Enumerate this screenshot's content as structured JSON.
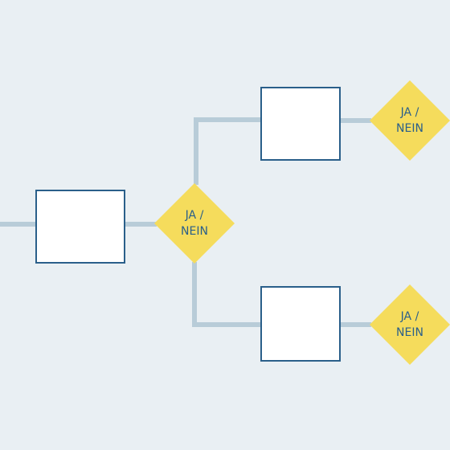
{
  "diagram": {
    "decision_main": {
      "line1": "JA /",
      "line2": "NEIN"
    },
    "decision_top": {
      "line1": "JA /",
      "line2": "NEIN"
    },
    "decision_bottom": {
      "line1": "JA /",
      "line2": "NEIN"
    }
  },
  "colors": {
    "background": "#e9eff3",
    "connector": "#b8ccd8",
    "box_border": "#2a5f8a",
    "box_fill": "#ffffff",
    "diamond_fill": "#f5dc5c",
    "text": "#2a5f8a"
  }
}
